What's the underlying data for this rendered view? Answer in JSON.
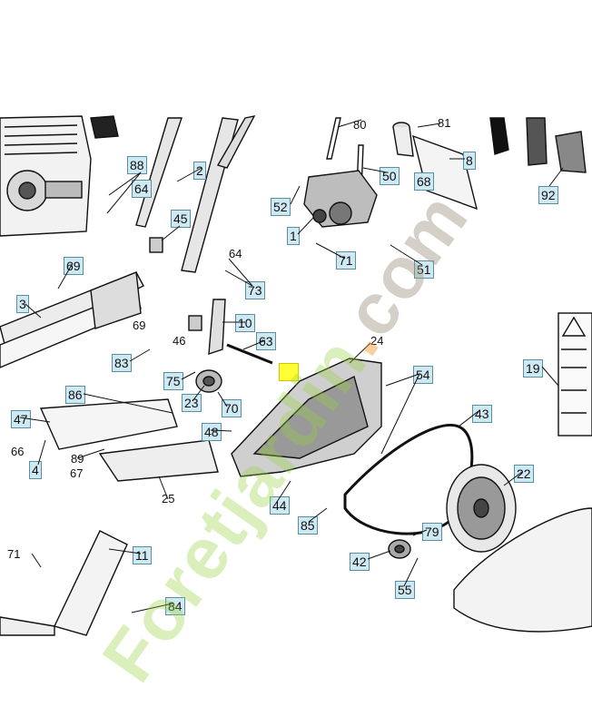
{
  "watermark": {
    "main": "Foretjardin",
    "dot": ".",
    "suffix": "com"
  },
  "callouts_boxed": [
    "88",
    "64",
    "2",
    "45",
    "52",
    "1",
    "50",
    "68",
    "8",
    "92",
    "71",
    "51",
    "69",
    "3",
    "73",
    "10",
    "63",
    "83",
    "75",
    "23",
    "70",
    "19",
    "24",
    "54",
    "86",
    "47",
    "4",
    "48",
    "43",
    "22",
    "44",
    "85",
    "79",
    "42",
    "55",
    "11",
    "84"
  ],
  "callouts_plain": [
    "80",
    "81",
    "69",
    "64",
    "46",
    "66",
    "89",
    "67",
    "25",
    "71"
  ],
  "colors": {
    "callout_fill": "#cfe9f3",
    "callout_border": "#5a8fa3",
    "highlight": "#ffff33"
  }
}
